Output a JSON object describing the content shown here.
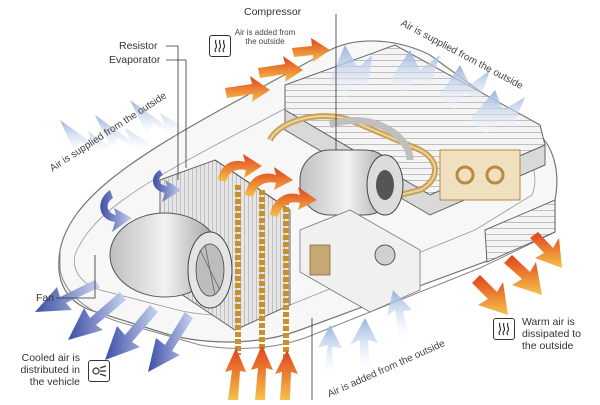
{
  "labels": {
    "compressor": "Compressor",
    "resistor": "Resistor",
    "evaporator": "Evaporator",
    "fan": "Fan",
    "air_added_outside_top": "Air is added from the outside",
    "air_supplied_left": "Air is supplied from the outside",
    "air_supplied_right": "Air is supplied from the outside",
    "air_added_bottom": "Air is added from the outside",
    "warm_air": "Warm air is dissipated to the outside",
    "cooled_air": "Cooled air is distributed in the vehicle"
  },
  "icons": {
    "heat": "heat-waves-icon",
    "cold": "cold-air-icon"
  },
  "colors": {
    "warm_arrow": "#f08a2a",
    "warm_arrow_dark": "#d9461e",
    "cool_arrow": "#4d5fb0",
    "air_arrow": "#a8bfe0",
    "unit_outline": "#777777"
  }
}
